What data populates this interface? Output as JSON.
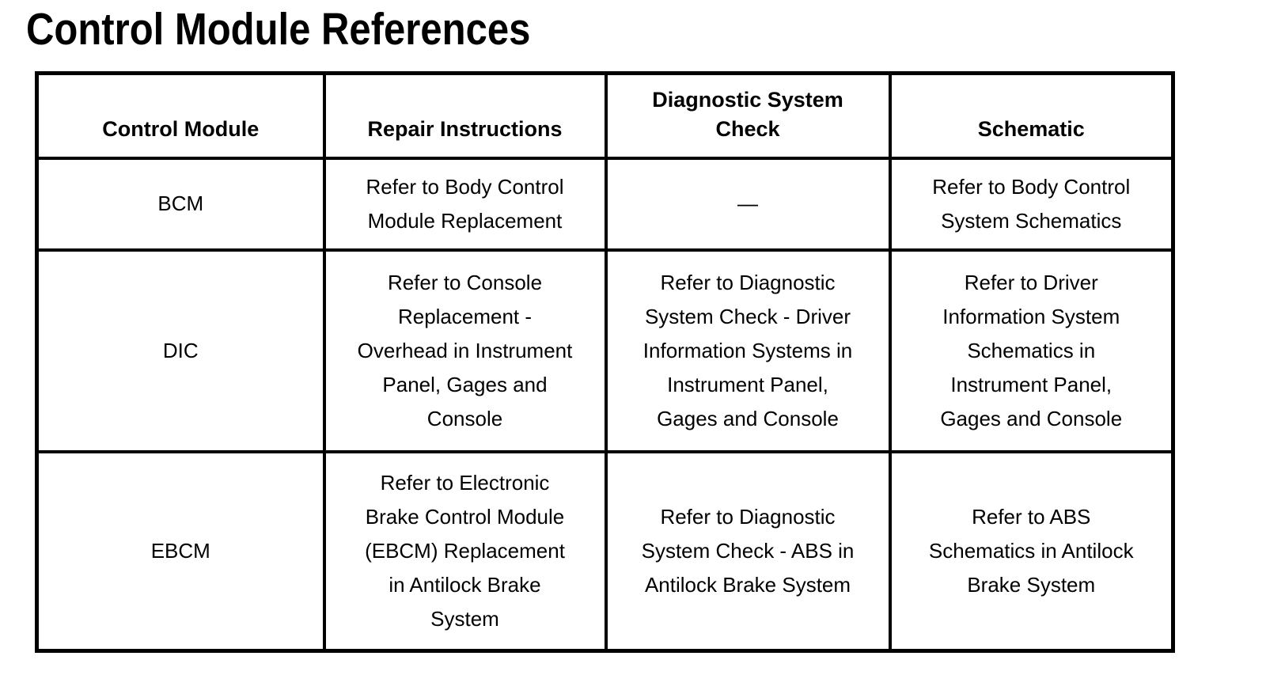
{
  "page_title": "Control Module References",
  "colors": {
    "text": "#000000",
    "background": "#ffffff",
    "table_border": "#000000"
  },
  "table": {
    "headers": [
      "Control Module",
      "Repair Instructions",
      "Diagnostic System\nCheck",
      "Schematic"
    ],
    "rows": [
      {
        "module": "BCM",
        "repair": "Refer to Body Control\nModule Replacement",
        "diagnostic": "—",
        "schematic": "Refer to Body Control\nSystem Schematics"
      },
      {
        "module": "DIC",
        "repair": "Refer to Console\nReplacement -\nOverhead in Instrument\nPanel, Gages and\nConsole",
        "diagnostic": "Refer to Diagnostic\nSystem Check - Driver\nInformation Systems in\nInstrument Panel,\nGages and Console",
        "schematic": "Refer to Driver\nInformation System\nSchematics in\nInstrument Panel,\nGages and Console"
      },
      {
        "module": "EBCM",
        "repair": "Refer to Electronic\nBrake Control Module\n(EBCM) Replacement\nin Antilock Brake\nSystem",
        "diagnostic": "Refer to Diagnostic\nSystem Check - ABS in\nAntilock Brake System",
        "schematic": "Refer to ABS\nSchematics in Antilock\nBrake System"
      }
    ]
  }
}
